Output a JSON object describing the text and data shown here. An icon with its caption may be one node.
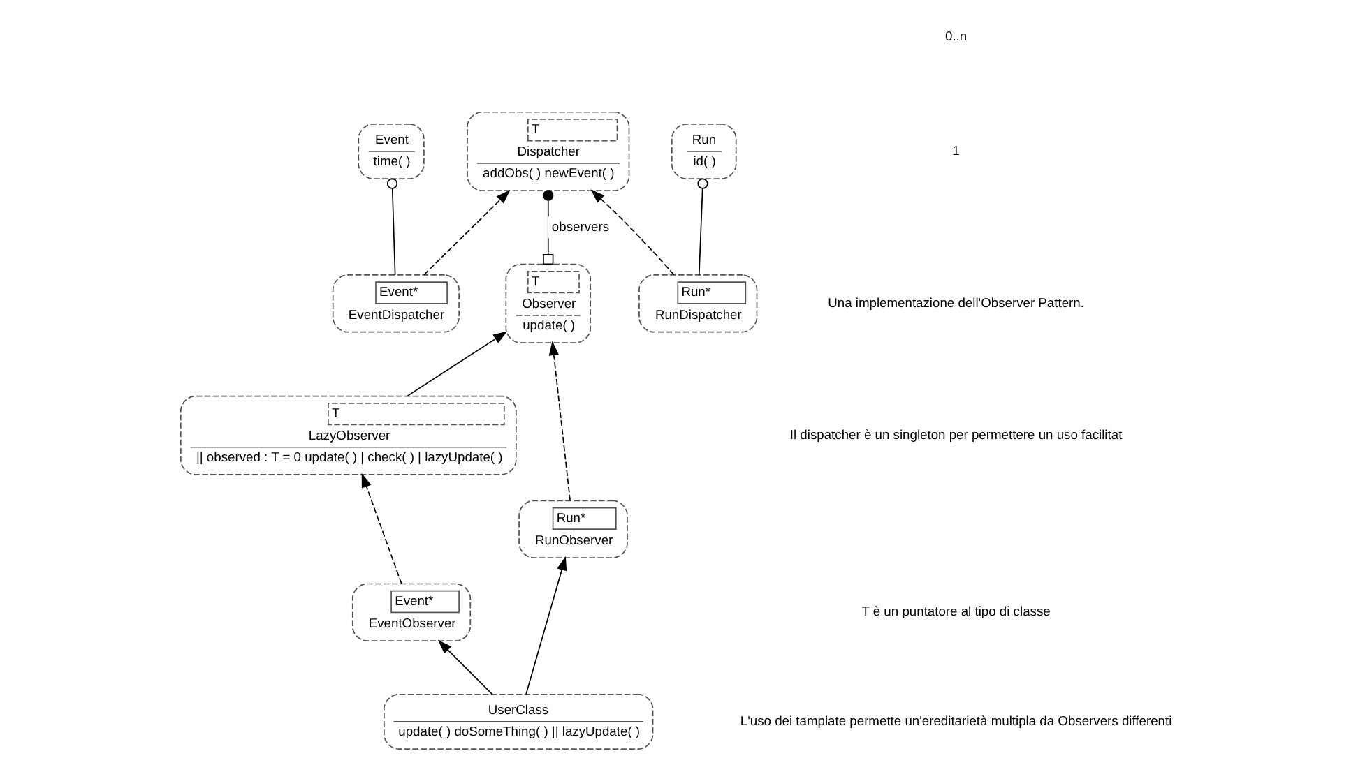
{
  "diagram": {
    "nodes": [
      {
        "text": [
          "T",
          "LazyObserver",
          "|| observed : T = 0 update( ) | check( ) | lazyUpdate( )"
        ]
      },
      {
        "text": [
          "T",
          "Observer",
          "update( )"
        ]
      },
      {
        "text": [
          "T",
          "Dispatcher",
          "addObs( ) newEvent( )"
        ]
      },
      {
        "text": [
          "Event*",
          "EventDispatcher"
        ]
      },
      {
        "text": [
          "Event",
          "time( )"
        ]
      },
      {
        "text": [
          "Run*",
          "RunDispatcher"
        ]
      },
      {
        "text": [
          "Run",
          "id( )"
        ]
      },
      {
        "text": [
          "Event*",
          "EventObserver"
        ]
      },
      {
        "text": [
          "Run*",
          "RunObserver"
        ]
      },
      {
        "text": [
          "UserClass",
          "update( ) doSomeThing( ) || lazyUpdate( )"
        ]
      }
    ],
    "edges": [
      {
        "from": 0,
        "to": 1,
        "arrow": "to"
      },
      {
        "from": 1,
        "to": 2,
        "arrow": "other",
        "label": "observers"
      },
      {
        "from": 3,
        "to": 2,
        "arrow": "to",
        "style": "dashed"
      },
      {
        "from": 5,
        "to": 2,
        "arrow": "to",
        "style": "dashed"
      },
      {
        "from": 3,
        "to": 4,
        "arrow": "other"
      },
      {
        "from": 5,
        "to": 6,
        "arrow": "other"
      },
      {
        "from": 7,
        "to": 0,
        "arrow": "to",
        "style": "dashed"
      },
      {
        "from": 8,
        "to": 1,
        "arrow": "to",
        "style": "dashed"
      },
      {
        "from": 9,
        "to": 7,
        "arrow": "to"
      },
      {
        "from": 9,
        "to": 8,
        "arrow": "to"
      }
    ],
    "labels": [
      "0..n",
      "1",
      "Una implementazione dell'Observer Pattern.",
      "Il dispatcher è un singleton per permettere un uso facilitat",
      "T è un puntatore al tipo di classe",
      "L'uso dei tamplate permette un'ereditarietà multipla da Observers differenti"
    ]
  }
}
